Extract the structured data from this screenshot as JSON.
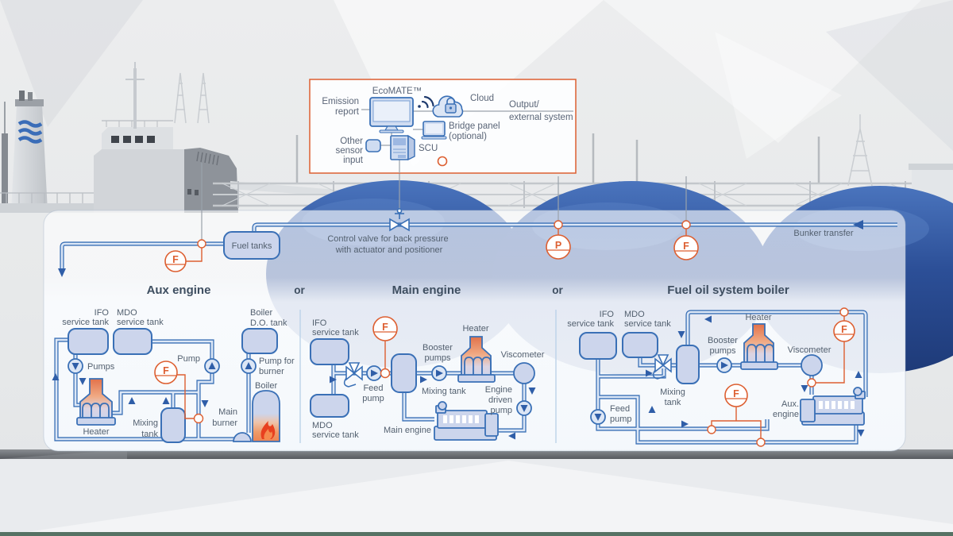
{
  "colors": {
    "accent_orange": "#DD5F31",
    "pipe_blue": "#3A70B6",
    "tank_fill": "#CCD5EC",
    "label_text": "#53606F",
    "header_text": "#3E4E60",
    "dome_blue": "#2C4F97"
  },
  "ecomate": {
    "title": "EcoMATE™",
    "emission_report": [
      "Emission",
      "report"
    ],
    "cloud": "Cloud",
    "output_external": [
      "Output/",
      "external system"
    ],
    "bridge_panel": [
      "Bridge panel",
      "(optional)"
    ],
    "other_sensor": [
      "Other",
      "sensor",
      "input"
    ],
    "scu": "SCU"
  },
  "pipes": {
    "fuel_tanks": "Fuel tanks",
    "control_valve": [
      "Control valve for back pressure",
      "with actuator and positioner"
    ],
    "bunker_transfer": "Bunker transfer",
    "flow_letter": "F",
    "pressure_letter": "P"
  },
  "headers": {
    "aux": "Aux engine",
    "or1": "or",
    "main": "Main engine",
    "or2": "or",
    "boiler": "Fuel oil system boiler"
  },
  "aux": {
    "ifo": [
      "IFO",
      "service tank"
    ],
    "mdo": [
      "MDO",
      "service tank"
    ],
    "boiler_do": [
      "Boiler",
      "D.O. tank"
    ],
    "pumps": "Pumps",
    "pump": "Pump",
    "pump_for_burner": [
      "Pump for",
      "burner"
    ],
    "boiler": "Boiler",
    "main_burner": [
      "Main",
      "burner"
    ],
    "heater": "Heater",
    "mixing_tank": [
      "Mixing",
      "tank"
    ],
    "flow": "F"
  },
  "maineng": {
    "ifo": [
      "IFO",
      "service tank"
    ],
    "mdo": [
      "MDO",
      "service tank"
    ],
    "feed_pump": [
      "Feed",
      "pump"
    ],
    "mixing_tank": "Mixing tank",
    "booster": [
      "Booster",
      "pumps"
    ],
    "heater": "Heater",
    "viscometer": "Viscometer",
    "engine_driven": [
      "Engine",
      "driven",
      "pump"
    ],
    "main_engine": "Main engine",
    "flow": "F"
  },
  "boilersys": {
    "ifo": [
      "IFO",
      "service tank"
    ],
    "mdo": [
      "MDO",
      "service tank"
    ],
    "mixing_tank": [
      "Mixing",
      "tank"
    ],
    "booster": [
      "Booster",
      "pumps"
    ],
    "heater": "Heater",
    "viscometer": "Viscometer",
    "feed_pump": [
      "Feed",
      "pump"
    ],
    "aux_engine": [
      "Aux.",
      "engine"
    ],
    "flow_top": "F",
    "flow_bottom": "F"
  }
}
